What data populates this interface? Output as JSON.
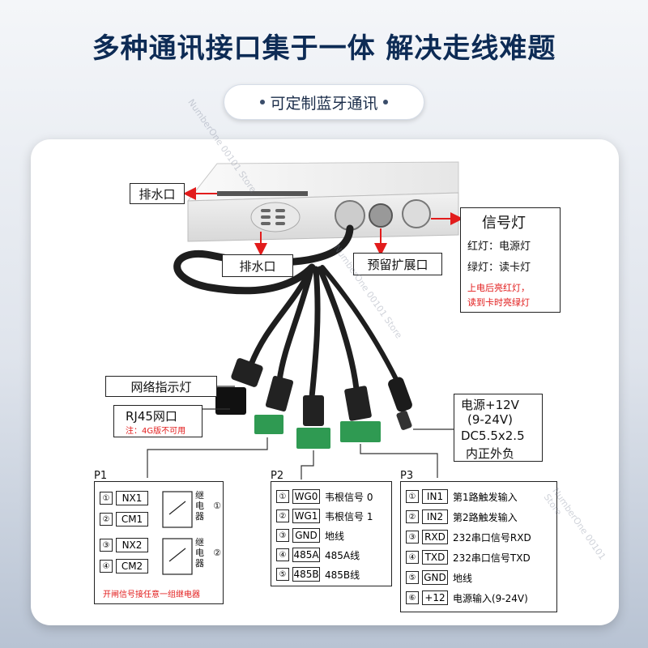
{
  "header": {
    "title": "多种通讯接口集于一体 解决走线难题",
    "subtitle": "可定制蓝牙通讯"
  },
  "device_labels": {
    "drain_top": "排水口",
    "drain_mid": "排水口",
    "expansion": "预留扩展口",
    "signal_title": "信号灯",
    "signal_red": "红灯：电源灯",
    "signal_green": "绿灯：读卡灯",
    "signal_note1": "上电后亮红灯，",
    "signal_note2": "读到卡时亮绿灯",
    "net_indicator": "网络指示灯",
    "rj45": "RJ45网口",
    "rj45_note": "注：4G版不可用",
    "power_line1": "电源+12V",
    "power_line2": "(9-24V)",
    "power_line3": "DC5.5x2.5",
    "power_line4": "内正外负"
  },
  "p1": {
    "title": "P1",
    "rows": [
      {
        "num": "①",
        "pin": "NX1"
      },
      {
        "num": "②",
        "pin": "CM1"
      },
      {
        "num": "③",
        "pin": "NX2"
      },
      {
        "num": "④",
        "pin": "CM2"
      }
    ],
    "relay1": "继电器①",
    "relay2": "继电器②",
    "relay1_chars": [
      "继",
      "电",
      "器"
    ],
    "relay1_num": "①",
    "relay2_chars": [
      "继",
      "电",
      "器"
    ],
    "relay2_num": "②",
    "note": "开闸信号接任意一组继电器"
  },
  "p2": {
    "title": "P2",
    "rows": [
      {
        "num": "①",
        "pin": "WG0",
        "desc": "韦根信号 0"
      },
      {
        "num": "②",
        "pin": "WG1",
        "desc": "韦根信号 1"
      },
      {
        "num": "③",
        "pin": "GND",
        "desc": "地线"
      },
      {
        "num": "④",
        "pin": "485A",
        "desc": "485A线"
      },
      {
        "num": "⑤",
        "pin": "485B",
        "desc": "485B线"
      }
    ]
  },
  "p3": {
    "title": "P3",
    "rows": [
      {
        "num": "①",
        "pin": "IN1",
        "desc": "第1路触发输入"
      },
      {
        "num": "②",
        "pin": "IN2",
        "desc": "第2路触发输入"
      },
      {
        "num": "③",
        "pin": "RXD",
        "desc": "232串口信号RXD"
      },
      {
        "num": "④",
        "pin": "TXD",
        "desc": "232串口信号TXD"
      },
      {
        "num": "⑤",
        "pin": "GND",
        "desc": "地线"
      },
      {
        "num": "⑥",
        "pin": "+12",
        "desc": "电源输入(9-24V)"
      }
    ]
  },
  "watermark": "NumberOne 00101 Store",
  "colors": {
    "accent_red": "#e21c1c",
    "navy": "#0d2b55",
    "terminal_green": "#2f9a52"
  }
}
